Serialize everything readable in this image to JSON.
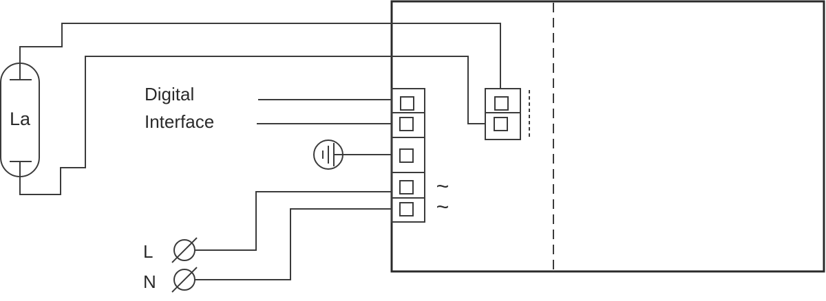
{
  "lamp": {
    "label": "La"
  },
  "digital_interface": {
    "line1": "Digital",
    "line2": "Interface"
  },
  "mains": {
    "live_label": "L",
    "neutral_label": "N",
    "ac_symbol": "~"
  },
  "colors": {
    "stroke": "#3a3a3a",
    "background": "#ffffff"
  }
}
